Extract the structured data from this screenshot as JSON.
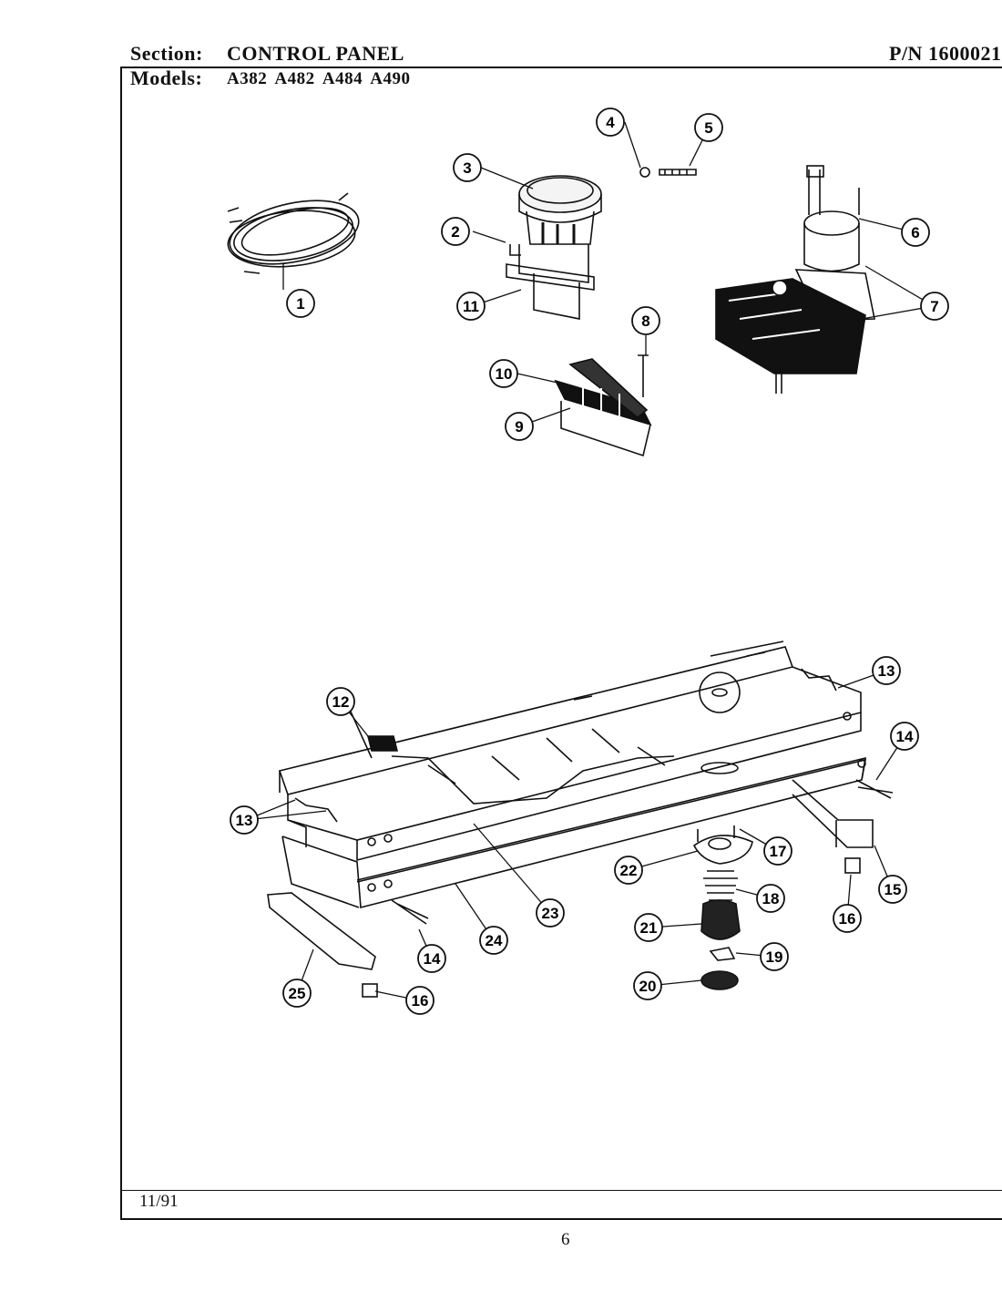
{
  "header": {
    "section_label": "Section:",
    "section_value": "CONTROL PANEL",
    "part_number": "P/N 1600021",
    "models_label": "Models:",
    "models_value": "A382  A482  A484  A490"
  },
  "footer": {
    "date": "11/91",
    "page_number": "6"
  },
  "callouts": [
    {
      "label": "1"
    },
    {
      "label": "2"
    },
    {
      "label": "3"
    },
    {
      "label": "4"
    },
    {
      "label": "5"
    },
    {
      "label": "6"
    },
    {
      "label": "7"
    },
    {
      "label": "8"
    },
    {
      "label": "9"
    },
    {
      "label": "10"
    },
    {
      "label": "11"
    },
    {
      "label": "12"
    },
    {
      "label": "13"
    },
    {
      "label": "13"
    },
    {
      "label": "14"
    },
    {
      "label": "14"
    },
    {
      "label": "15"
    },
    {
      "label": "16"
    },
    {
      "label": "16"
    },
    {
      "label": "17"
    },
    {
      "label": "18"
    },
    {
      "label": "19"
    },
    {
      "label": "20"
    },
    {
      "label": "21"
    },
    {
      "label": "22"
    },
    {
      "label": "23"
    },
    {
      "label": "24"
    },
    {
      "label": "25"
    }
  ]
}
